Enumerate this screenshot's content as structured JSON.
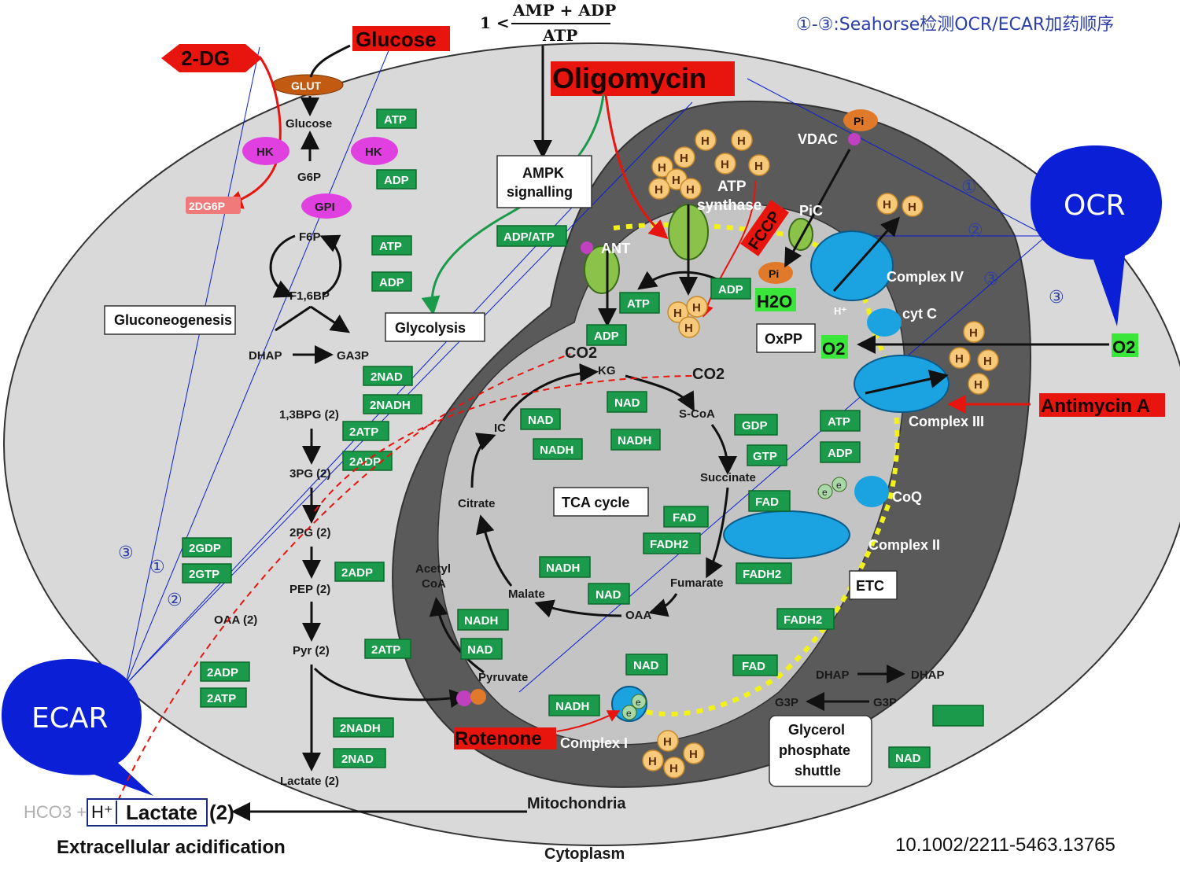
{
  "header": {
    "formula_prefix": "1 <",
    "formula_num": "AMP + ADP",
    "formula_den": "ATP",
    "note": "①-③:Seahorse检测OCR/ECAR加药顺序"
  },
  "drugs": {
    "glucose": "Glucose",
    "dg2": "2-DG",
    "oligomycin": "Oligomycin",
    "fccp": "FCCP",
    "antimycin": "Antimycin A",
    "rotenone": "Rotenone"
  },
  "bubbles": {
    "ocr": "OCR",
    "ecar": "ECAR"
  },
  "glycolysis": {
    "glut": "GLUT",
    "glucose": "Glucose",
    "hk1": "HK",
    "hk2": "HK",
    "g6p": "G6P",
    "gpi": "GPI",
    "dg6p": "2DG6P",
    "f6p": "F6P",
    "f16bp": "F1,6BP",
    "dhap": "DHAP",
    "ga3p": "GA3P",
    "bpg": "1,3BPG (2)",
    "pg3": "3PG (2)",
    "pg2": "2PG (2)",
    "pep": "PEP (2)",
    "oaa": "OAA (2)",
    "pyr": "Pyr (2)",
    "lactate": "Lactate (2)",
    "atp1": "ATP",
    "adp1": "ADP",
    "atp2": "ATP",
    "adp2": "ADP",
    "nad2": "2NAD",
    "nadh2": "2NADH",
    "atp2x": "2ATP",
    "adp2x": "2ADP",
    "gdp2": "2GDP",
    "gtp2": "2GTP",
    "adp2b": "2ADP",
    "atp2b": "2ATP",
    "adp2c": "2ADP",
    "atp2c": "2ATP",
    "nadh2b": "2NADH",
    "nad2b": "2NAD"
  },
  "boxes": {
    "gluconeo": "Gluconeogenesis",
    "glycolysis": "Glycolysis",
    "ampk1": "AMPK",
    "ampk2": "signalling",
    "tca": "TCA cycle",
    "oxpp": "OxPP",
    "etc": "ETC",
    "gps1": "Glycerol",
    "gps2": "phosphate",
    "gps3": "shuttle"
  },
  "mito": {
    "adpatp": "ADP/ATP",
    "ant": "ANT",
    "atp": "ATP",
    "adp": "ADP",
    "adp2": "ADP",
    "atpsyn1": "ATP",
    "atpsyn2": "synthase",
    "vdac": "VDAC",
    "pi": "Pi",
    "pi2": "Pi",
    "pic": "PiC",
    "c4": "Complex IV",
    "c3": "Complex III",
    "c2": "Complex II",
    "c1": "Complex I",
    "cytc": "cyt C",
    "coq": "CoQ",
    "h2o": "H2O",
    "o2": "O2",
    "o2b": "O2",
    "hplus": "H⁺",
    "co2a": "CO2",
    "co2b": "CO2",
    "kg": "KG",
    "scoa": "S-CoA",
    "ic": "IC",
    "citrate": "Citrate",
    "acetyl1": "Acetyl",
    "acetyl2": "CoA",
    "malate": "Malate",
    "oaa": "OAA",
    "fumarate": "Fumarate",
    "succinate": "Succinate",
    "pyruvate": "Pyruvate",
    "dhap1": "DHAP",
    "dhap2": "DHAP",
    "g3p1": "G3P",
    "g3p2": "G3P",
    "nad1": "NAD",
    "nadh1": "NADH",
    "nad2": "NAD",
    "nadh2": "NADH",
    "gdp": "GDP",
    "gtp": "GTP",
    "atp3": "ATP",
    "adp3": "ADP",
    "fad1": "FAD",
    "fadh2a": "FADH2",
    "fad2": "FAD",
    "fadh2b": "FADH2",
    "fadh2c": "FADH2",
    "fad3": "FAD",
    "nadh3": "NADH",
    "nad3": "NAD",
    "nadh4": "NADH",
    "nad4": "NAD",
    "nad5": "NAD",
    "nadh5": "NADH",
    "nad6": "NAD",
    "e": "e",
    "h": "H"
  },
  "regions": {
    "mitochondria": "Mitochondria",
    "cytoplasm": "Cytoplasm"
  },
  "footer": {
    "hco3": "HCO3 +",
    "hplus": "H⁺",
    "lactate": "Lactate",
    "two": "(2)",
    "extra": "Extracellular acidification",
    "doi": "10.1002/2211-5463.13765"
  },
  "colors": {
    "green": "#1a9a4a",
    "red": "#e8140e",
    "blue": "#0a1fd6",
    "etc_blue": "#1aa3e0",
    "yellow": "#f2f21a"
  }
}
